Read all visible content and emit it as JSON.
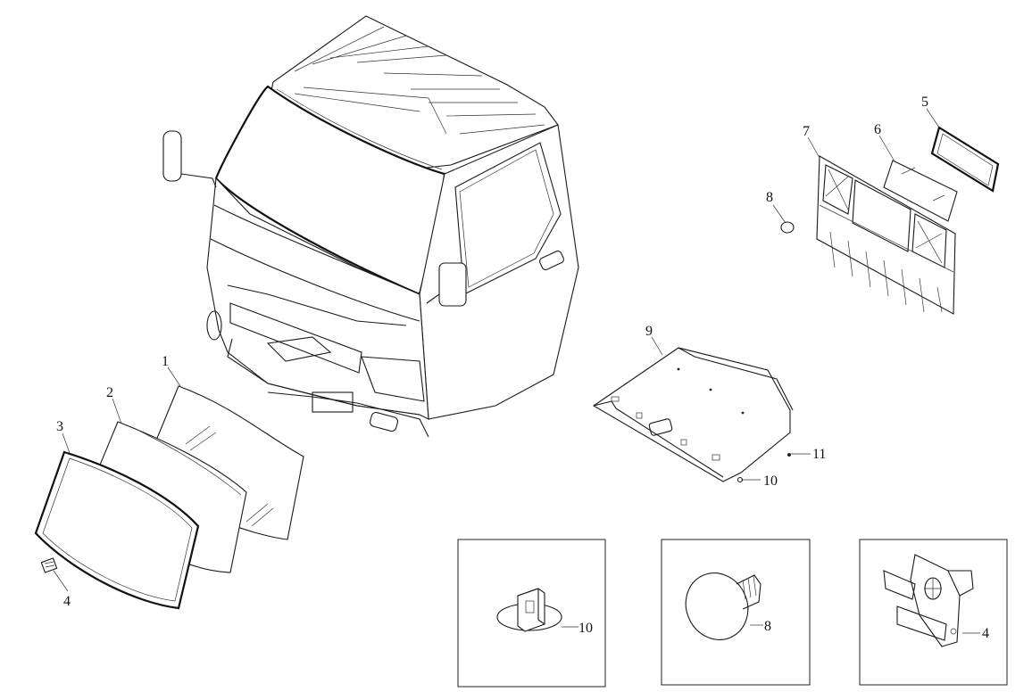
{
  "callouts": {
    "c1": "1",
    "c2": "2",
    "c3": "3",
    "c4": "4",
    "c5": "5",
    "c6": "6",
    "c7": "7",
    "c8": "8",
    "c9": "9",
    "c10": "10",
    "c11": "11"
  },
  "detail_boxes": [
    {
      "label": "10"
    },
    {
      "label": "8"
    },
    {
      "label": "4"
    }
  ]
}
